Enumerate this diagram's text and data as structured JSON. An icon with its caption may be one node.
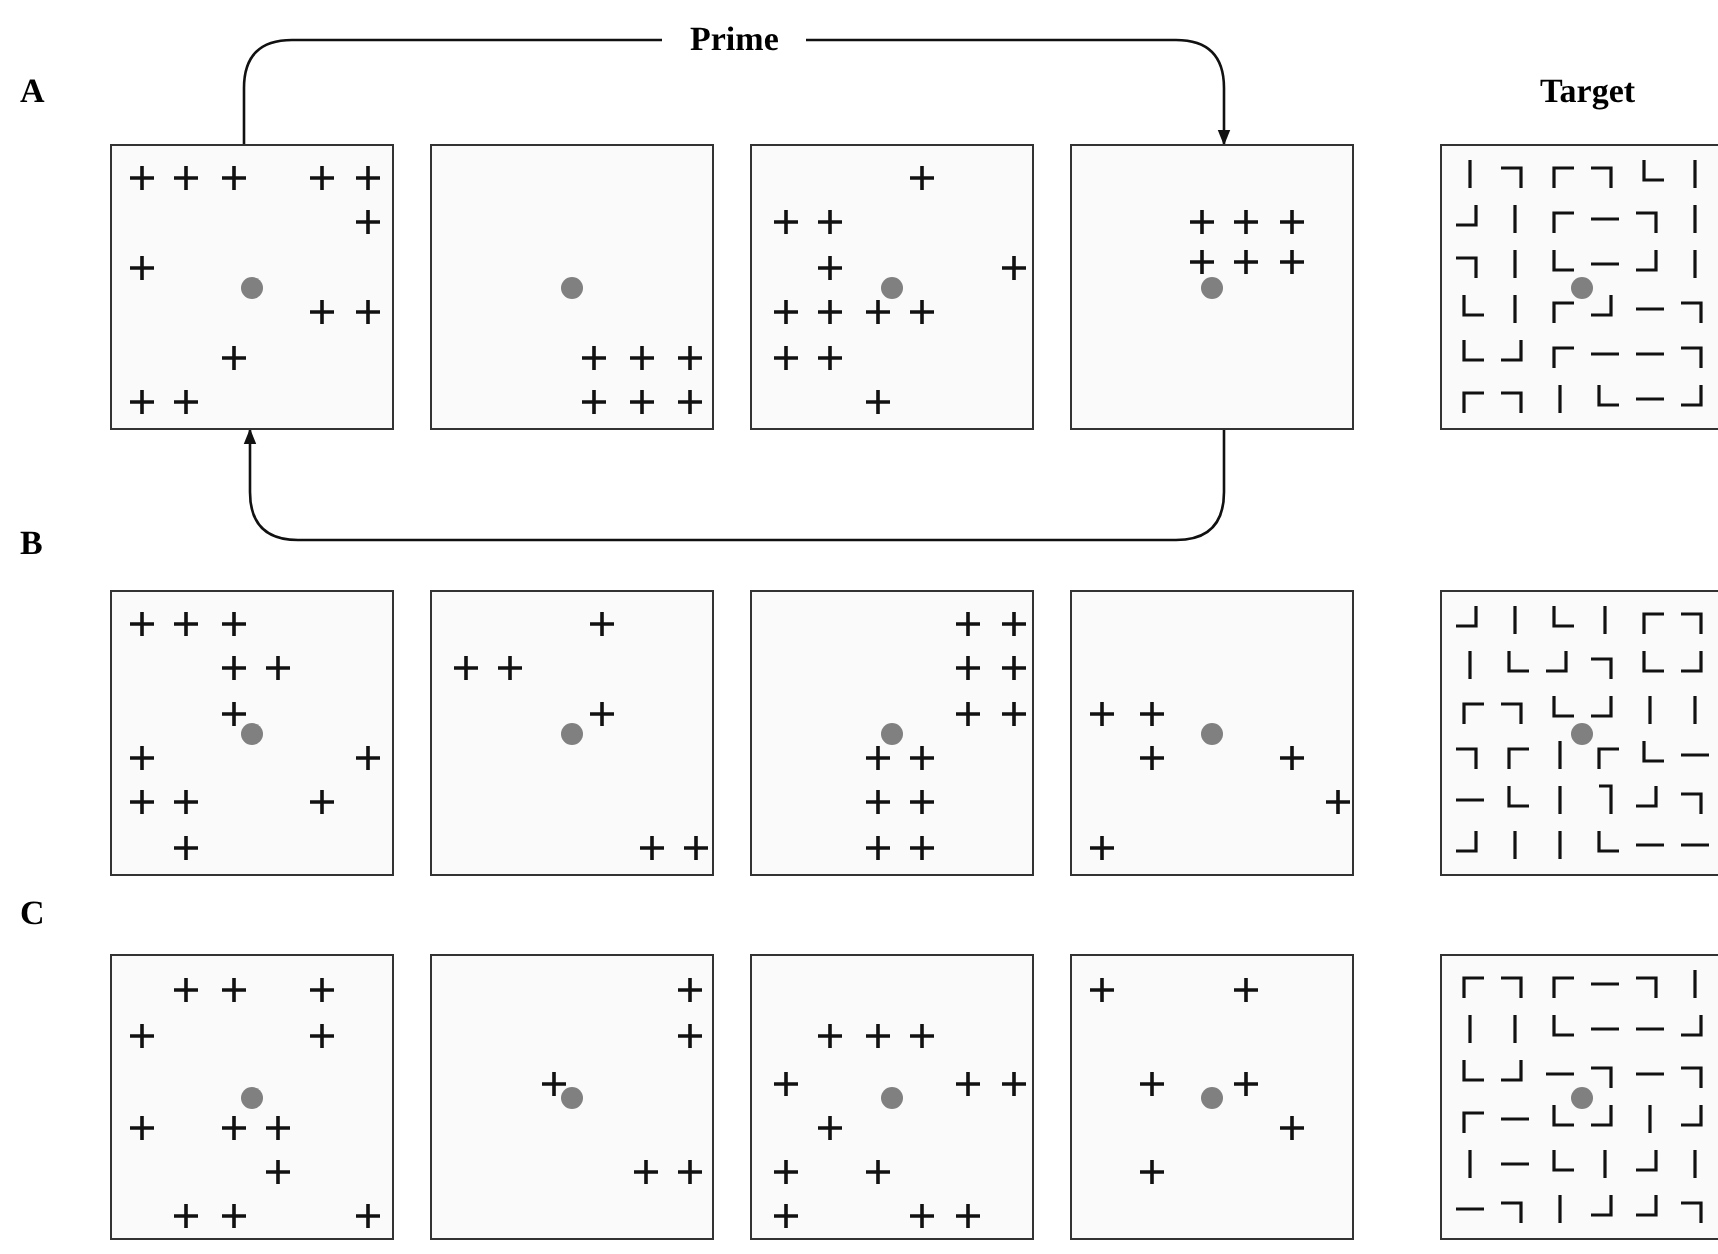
{
  "diagram": {
    "nodes": [
      {
        "text": [],
        "shape": "box"
      },
      {
        "text": [],
        "shape": "box"
      },
      {
        "text": [],
        "shape": "box"
      },
      {
        "text": [],
        "shape": "box"
      },
      {
        "text": [],
        "shape": "box"
      },
      {
        "text": [],
        "shape": "box"
      },
      {
        "text": [],
        "shape": "box"
      },
      {
        "text": [],
        "shape": "box"
      },
      {
        "text": [],
        "shape": "box"
      },
      {
        "text": [],
        "shape": "box"
      },
      {
        "text": [],
        "shape": "box"
      },
      {
        "text": [],
        "shape": "box"
      },
      {
        "text": [],
        "shape": "box"
      },
      {
        "text": [],
        "shape": "box"
      },
      {
        "text": [],
        "shape": "box"
      }
    ],
    "edges": [
      {
        "from": 0,
        "to": 3,
        "arrow": "to",
        "label": "Prime"
      },
      {
        "from": 3,
        "to": 0,
        "arrow": "to"
      }
    ],
    "labels": [
      "A",
      "Target",
      "B",
      "C"
    ]
  }
}
